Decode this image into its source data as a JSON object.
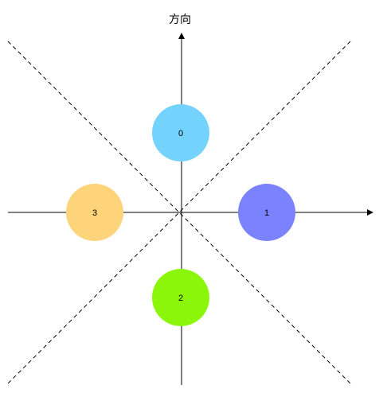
{
  "diagram": {
    "axis_title": "方向",
    "nodes": [
      {
        "label": "0",
        "color": "#74d3fd"
      },
      {
        "label": "1",
        "color": "#7b82fd"
      },
      {
        "label": "2",
        "color": "#8bf60a"
      },
      {
        "label": "3",
        "color": "#fdd47a"
      }
    ],
    "colors": {
      "axis": "#000000",
      "divider": "#000000",
      "background": "#ffffff"
    }
  }
}
